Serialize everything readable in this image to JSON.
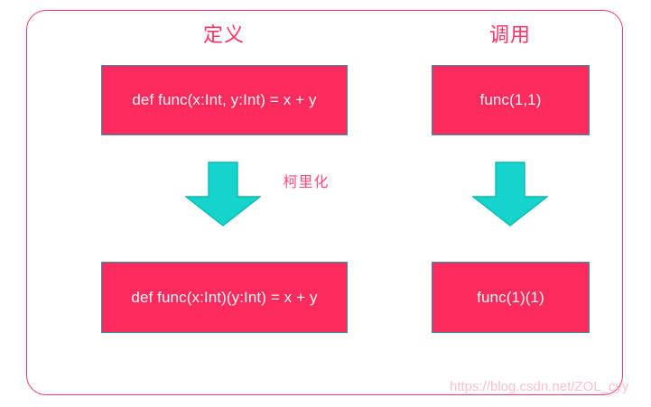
{
  "diagram": {
    "title_left": "定义",
    "title_right": "调用",
    "transform_label": "柯里化",
    "colors": {
      "frame_border": "#f5356b",
      "heading_text": "#ff3366",
      "box_fill": "#fb2b5d",
      "box_border": "#1f9bab",
      "box_text": "#f4f4f4",
      "arrow_fill": "#14d4cc",
      "arrow_border": "#0fb8b2",
      "annotation_text": "#ff4d7d",
      "watermark_text": "#f9b6c8",
      "background": "#ffffff"
    },
    "rows": [
      {
        "name": "uncurried",
        "definition": "def func(x:Int, y:Int) = x + y",
        "invocation": "func(1,1)"
      },
      {
        "name": "curried",
        "definition": "def func(x:Int)(y:Int) = x + y",
        "invocation": "func(1)(1)"
      }
    ],
    "arrows": [
      {
        "name": "definition-arrow",
        "direction": "down"
      },
      {
        "name": "invocation-arrow",
        "direction": "down"
      }
    ],
    "watermark": "https://blog.csdn.net/ZOL_cyy"
  }
}
